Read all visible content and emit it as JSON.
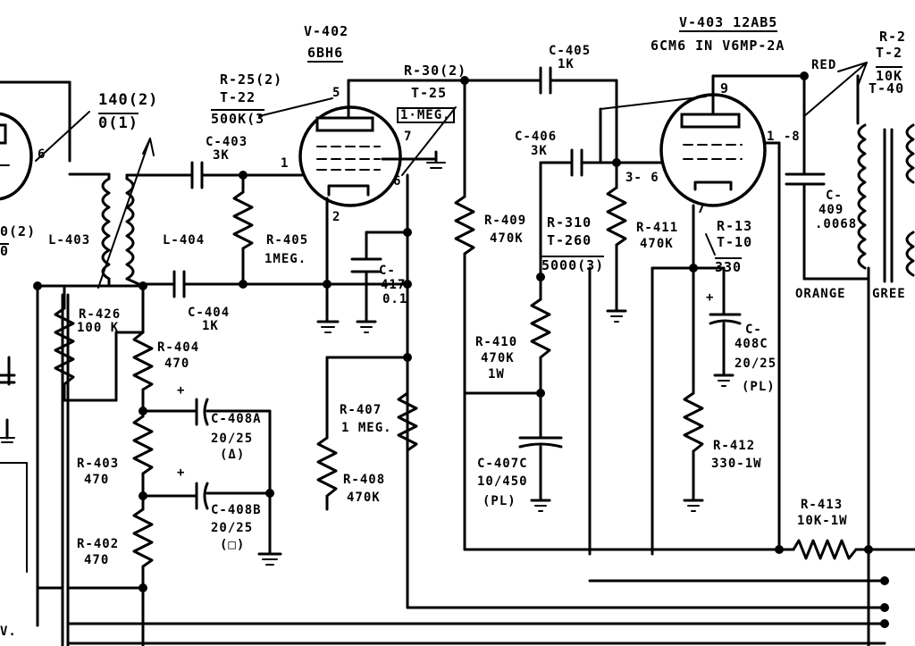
{
  "tubes": {
    "v402": {
      "designation": "V-402",
      "type": "6BH6"
    },
    "v403": {
      "designation": "V-403  12AB5",
      "type": "6CM6 IN V6MP-2A"
    }
  },
  "labels": {
    "l_140_2": "140(2)",
    "l_0_1": "0(1)",
    "l_pin6_left": "6",
    "l_0_2_frag": "0(2)",
    "l_0_frag": "0",
    "l_L403": "L-403",
    "l_L404": "L-404",
    "l_C403": "C-403",
    "l_C403_val": "3K",
    "l_R405": "R-405",
    "l_R405_val": "1MEG.",
    "l_C404": "C-404",
    "l_C404_val": "1K",
    "l_R426": "R-426",
    "l_R426_val": "100 K",
    "l_R404": "R-404",
    "l_R404_val": "470",
    "l_R403": "R-403",
    "l_R403_val": "470",
    "l_R402": "R-402",
    "l_R402_val": "470",
    "l_C408A": "C-408A",
    "l_C408A_val": "20/25",
    "l_C408A_sym": "(Δ)",
    "l_C408B": "C-408B",
    "l_C408B_val": "20/25",
    "l_C408B_sym": "(□)",
    "l_R25": "R-25(2)",
    "l_T22": "T-22",
    "l_500K": "500K(3",
    "l_pin5": "5",
    "l_pin1": "1",
    "l_pin7_v402": "7",
    "l_pin6_v402": "6",
    "l_pin2": "2",
    "l_R30": "R-30(2)",
    "l_T25": "T-25",
    "l_1MEG_box": "1·MEG.",
    "l_C417": "C-",
    "l_C417_num": "417",
    "l_C417_val": "0.1",
    "l_R407": "R-407",
    "l_R407_val": "1 MEG.",
    "l_R408": "R-408",
    "l_R408_val": "470K",
    "l_C405": "C-405",
    "l_C405_val": "1K",
    "l_C406": "C-406",
    "l_C406_val": "3K",
    "l_R409": "R-409",
    "l_R409_val": "470K",
    "l_R310": "R-310",
    "l_T260": "T-260",
    "l_5000": "5000(3)",
    "l_R410": "R-410",
    "l_R410_val": "470K",
    "l_R410_w": "1W",
    "l_C407C": "C-407C",
    "l_C407C_val": "10/450",
    "l_C407C_pl": "(PL)",
    "l_R411": "R-411",
    "l_R411_val": "470K",
    "l_pin3_6": "3- 6",
    "l_pin9": "9",
    "l_pin7_v403": "7",
    "l_pin1_8": "1 -8",
    "l_R13": "R-13",
    "l_T10": "T-10",
    "l_330": "330",
    "l_C408C": "C-",
    "l_C408C_num": "408C",
    "l_C408C_val": "20/25",
    "l_C408C_pl": "(PL)",
    "l_R412": "R-412",
    "l_R412_val": "330-1W",
    "l_R413": "R-413",
    "l_R413_val": "10K-1W",
    "l_RED": "RED",
    "l_C409": "C-",
    "l_C409_num": "409",
    "l_C409_val": ".0068",
    "l_R2_frag": "R-2",
    "l_T2_frag": "T-2",
    "l_10K_frag": "10K",
    "l_T40_frag": "T-40",
    "l_ORANGE": "ORANGE",
    "l_GREEN_frag": "GREE",
    "l_V_frag": "V."
  }
}
